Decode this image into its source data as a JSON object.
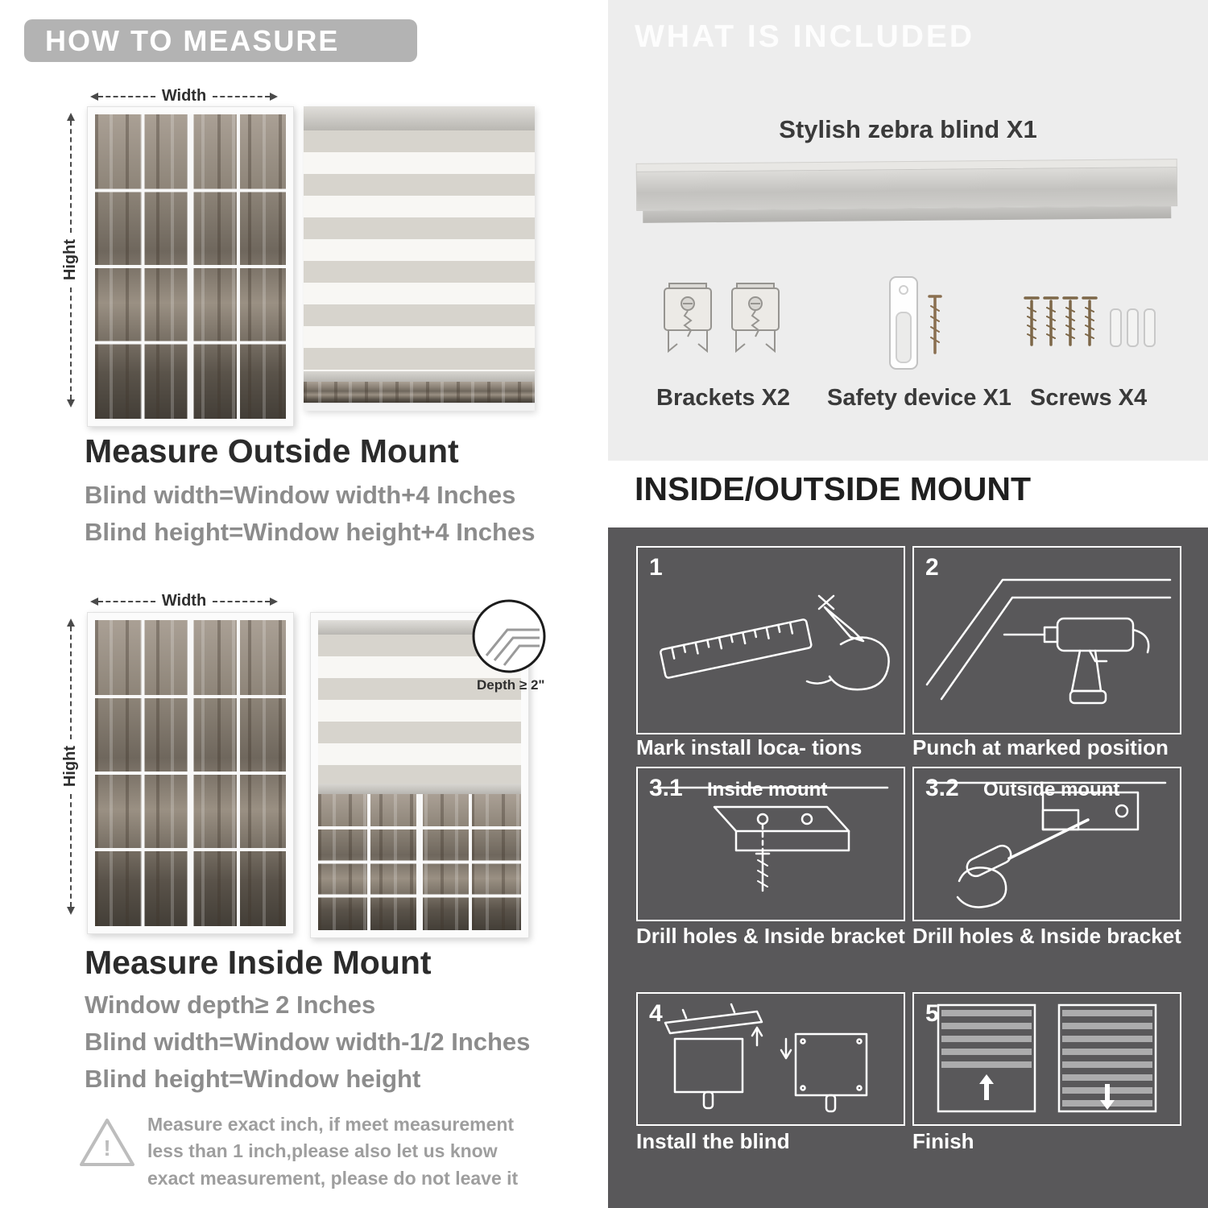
{
  "palette": {
    "header_pill_bg": "#b3b3b3",
    "included_panel_bg": "#ededed",
    "mount_panel_bg": "#59585a",
    "formula_text": "#8c8c8c",
    "heading_text": "#2b2b2b"
  },
  "left": {
    "header": "HOW TO MEASURE",
    "outside": {
      "width_label": "Width",
      "height_label": "Hight",
      "title": "Measure Outside Mount",
      "formulas": [
        "Blind width=Window width+4 Inches",
        "Blind height=Window height+4 Inches"
      ]
    },
    "inside": {
      "width_label": "Width",
      "height_label": "Hight",
      "depth_callout": "Depth ≥ 2\"",
      "title": "Measure Inside Mount",
      "formulas": [
        "Window depth≥ 2 Inches",
        "Blind width=Window width-1/2 Inches",
        "Blind height=Window height"
      ]
    },
    "warning_mark": "!",
    "note": "Measure exact inch, if meet measurement less than 1 inch,please also let us know exact measurement, please do not leave it"
  },
  "right": {
    "included": {
      "header": "WHAT IS INCLUDED",
      "product_label": "Stylish zebra blind X1",
      "items": [
        {
          "label": "Brackets X2"
        },
        {
          "label": "Safety device X1"
        },
        {
          "label": "Screws X4"
        }
      ]
    },
    "mount": {
      "header": "INSIDE/OUTSIDE MOUNT",
      "steps": [
        {
          "num": "1",
          "tag": "",
          "caption": "Mark install loca- tions"
        },
        {
          "num": "2",
          "tag": "",
          "caption": "Punch at  marked position"
        },
        {
          "num": "3.1",
          "tag": "Inside mount",
          "caption": "Drill holes &  Inside bracket"
        },
        {
          "num": "3.2",
          "tag": "Outside mount",
          "caption": "Drill holes &  Inside bracket"
        },
        {
          "num": "4",
          "tag": "",
          "caption": "Install the blind"
        },
        {
          "num": "5",
          "tag": "",
          "caption": "Finish"
        }
      ]
    }
  }
}
